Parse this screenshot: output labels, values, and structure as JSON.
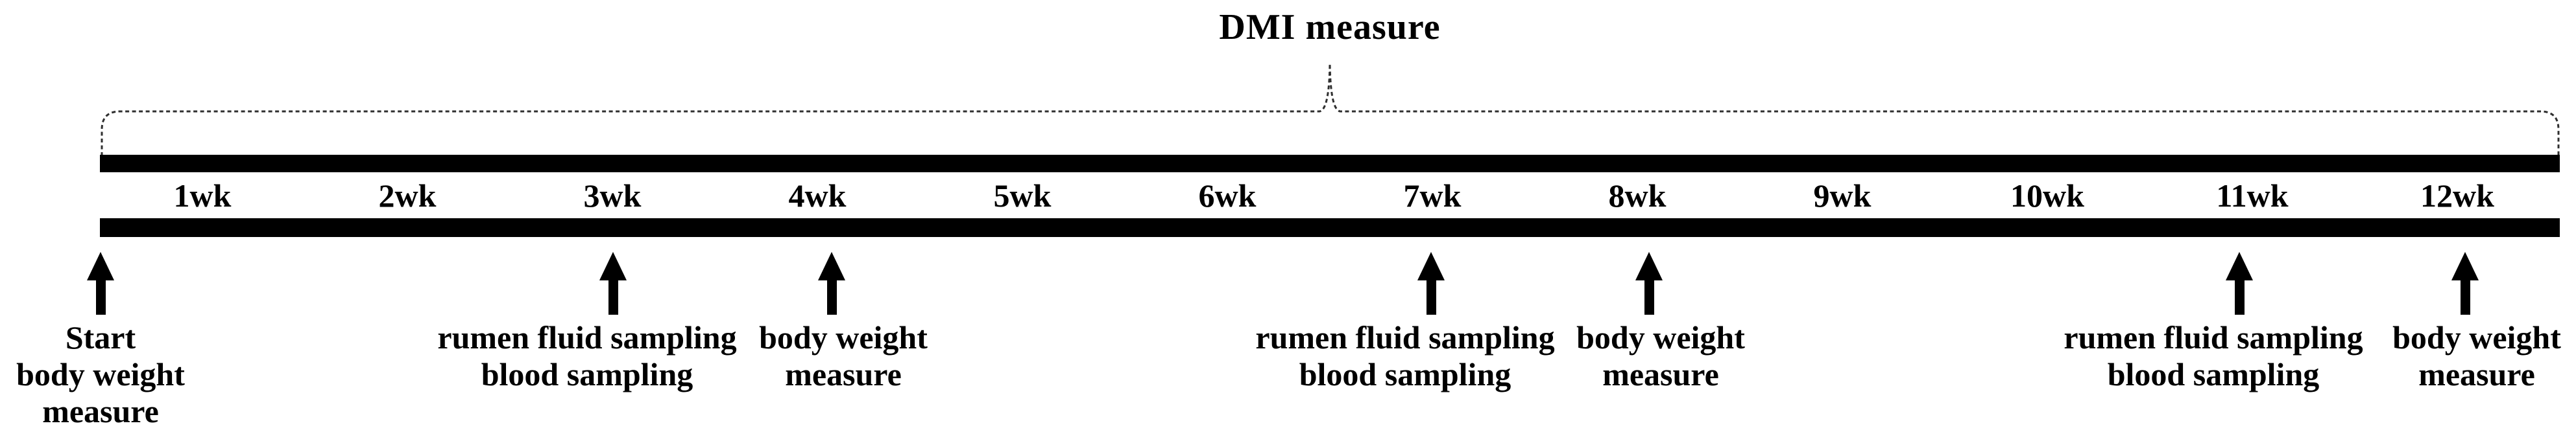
{
  "title": "DMI measure",
  "timeline": {
    "weeks": [
      "1wk",
      "2wk",
      "3wk",
      "4wk",
      "5wk",
      "6wk",
      "7wk",
      "8wk",
      "9wk",
      "10wk",
      "11wk",
      "12wk"
    ]
  },
  "events": [
    {
      "at": "start",
      "lines": [
        "Start",
        "body weight",
        "measure"
      ]
    },
    {
      "at": "3wk",
      "lines": [
        "rumen fluid sampling",
        "blood sampling"
      ]
    },
    {
      "at": "4wk",
      "lines": [
        "body weight",
        "measure"
      ]
    },
    {
      "at": "7wk",
      "lines": [
        "rumen fluid sampling",
        "blood sampling"
      ]
    },
    {
      "at": "8wk",
      "lines": [
        "body weight",
        "measure"
      ]
    },
    {
      "at": "11wk",
      "lines": [
        "rumen fluid sampling",
        "blood sampling"
      ]
    },
    {
      "at": "12wk",
      "lines": [
        "body weight",
        "measure"
      ]
    }
  ],
  "colors": {
    "bar": "#000000",
    "text": "#000000",
    "brace": "#2f2f2f",
    "background": "#ffffff"
  }
}
